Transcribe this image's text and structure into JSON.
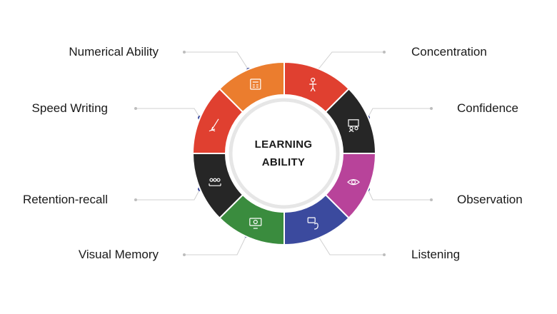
{
  "center": {
    "line1": "LEARNING",
    "line2": "ABILITY"
  },
  "segments": [
    {
      "label": "Concentration",
      "color": "#e04030",
      "icon": "person-standing-icon"
    },
    {
      "label": "Confidence",
      "color": "#262626",
      "icon": "presenter-board-icon"
    },
    {
      "label": "Observation",
      "color": "#b8439a",
      "icon": "eye-check-icon"
    },
    {
      "label": "Listening",
      "color": "#3b4a9e",
      "icon": "ear-speech-icon"
    },
    {
      "label": "Visual Memory",
      "color": "#3a8c3e",
      "icon": "monitor-eye-icon"
    },
    {
      "label": "Retention-recall",
      "color": "#262626",
      "icon": "people-group-icon"
    },
    {
      "label": "Speed Writing",
      "color": "#e04030",
      "icon": "pen-writing-icon"
    },
    {
      "label": "Numerical Ability",
      "color": "#eb7d2e",
      "icon": "calculator-icon"
    }
  ]
}
